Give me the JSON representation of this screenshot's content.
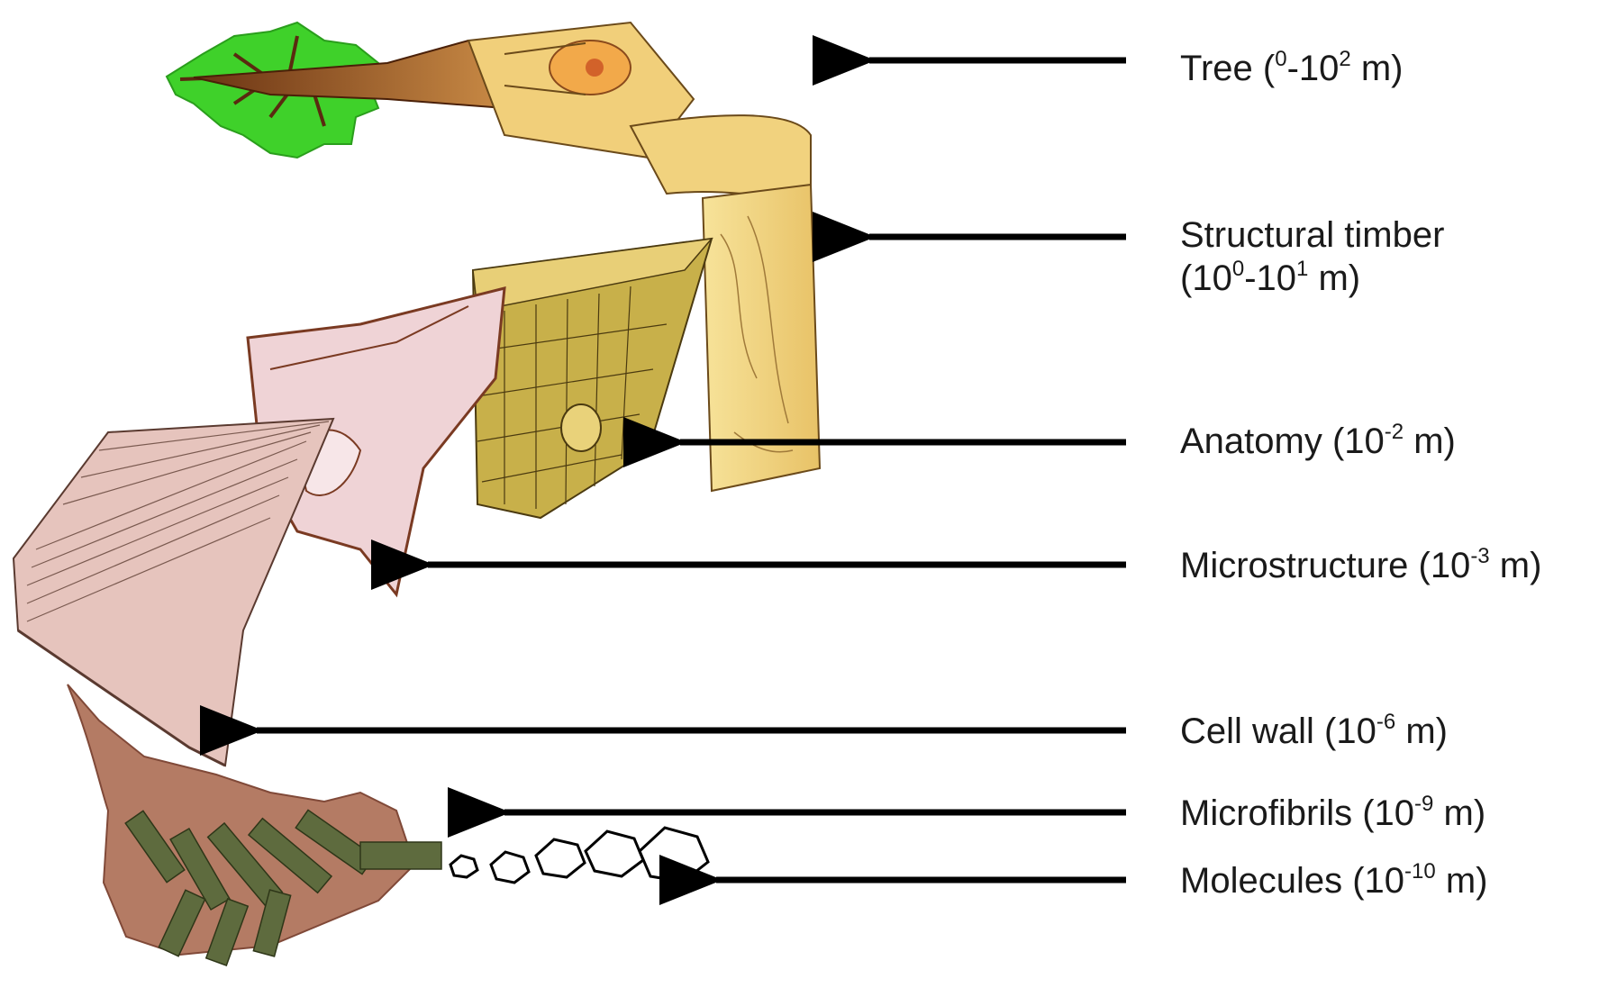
{
  "scales": [
    {
      "id": "tree",
      "label": "Tree (",
      "exp_a": "0",
      "mid": "-10",
      "exp_b": "2",
      "tail": " m)"
    },
    {
      "id": "timber",
      "line1": "Structural timber",
      "label": "(",
      "exp_a": "0",
      "mid": "-10",
      "exp_b": "1",
      "tail": " m)"
    },
    {
      "id": "anatomy",
      "label": "Anatomy (10",
      "exp": "-2",
      "tail": " m)"
    },
    {
      "id": "microstructure",
      "label": "Microstructure (10",
      "exp": "-3",
      "tail": " m)"
    },
    {
      "id": "cellwall",
      "label": "Cell wall (10",
      "exp": "-6",
      "tail": " m)"
    },
    {
      "id": "microfibrils",
      "label": "Microfibrils (10",
      "exp": "-9",
      "tail": " m)"
    },
    {
      "id": "molecules",
      "label": "Molecules (10",
      "exp": "-10",
      "tail": " m)"
    }
  ],
  "colors": {
    "leaf": "#3fd12a",
    "trunk": "#8a4a1c",
    "wood": "#f3d98a",
    "cell_pink": "#efd3d6",
    "cell_brown": "#7a3a22",
    "microfibril": "#5e6b3e",
    "arrow": "#000000"
  }
}
